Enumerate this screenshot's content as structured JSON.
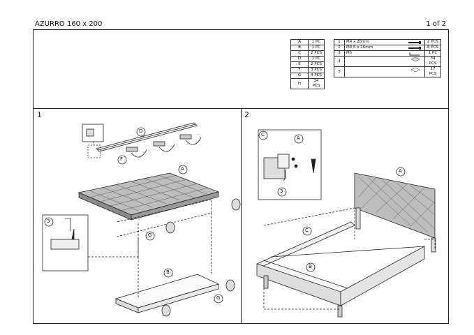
{
  "header": {
    "title": "AZURRO 160 x 200",
    "page": "1 of 2"
  },
  "parts_letters": [
    {
      "letter": "A",
      "qty": "1 PC"
    },
    {
      "letter": "B",
      "qty": "1 PC"
    },
    {
      "letter": "C",
      "qty": "2 PCS"
    },
    {
      "letter": "D",
      "qty": "1 PC"
    },
    {
      "letter": "E",
      "qty": "2 PCS"
    },
    {
      "letter": "F",
      "qty": "3 PCS"
    },
    {
      "letter": "G",
      "qty": "4 PCS"
    },
    {
      "letter": "H",
      "qty": "34 PCS"
    }
  ],
  "hardware": [
    {
      "num": "1",
      "desc": "M4 x 20mm",
      "qty": "2 PCS",
      "icon": "bolt-icon"
    },
    {
      "num": "2",
      "desc": "M3,5 x 16mm",
      "qty": "8 PCS",
      "icon": "screw-icon"
    },
    {
      "num": "3",
      "desc": "M5",
      "qty": "1 PC",
      "icon": "allen-key-icon"
    },
    {
      "num": "4",
      "desc": "",
      "qty": "34 PCS",
      "icon": "slat-holder-icon"
    },
    {
      "num": "5",
      "desc": "",
      "qty": "17 PCS",
      "icon": "slat-cap-icon"
    }
  ],
  "steps": [
    {
      "number": "1",
      "callouts": [
        "D",
        "F",
        "A",
        "G",
        "3",
        "B",
        "G"
      ]
    },
    {
      "number": "2",
      "callouts": [
        "C",
        "A",
        "3",
        "A",
        "C",
        "B"
      ]
    }
  ]
}
